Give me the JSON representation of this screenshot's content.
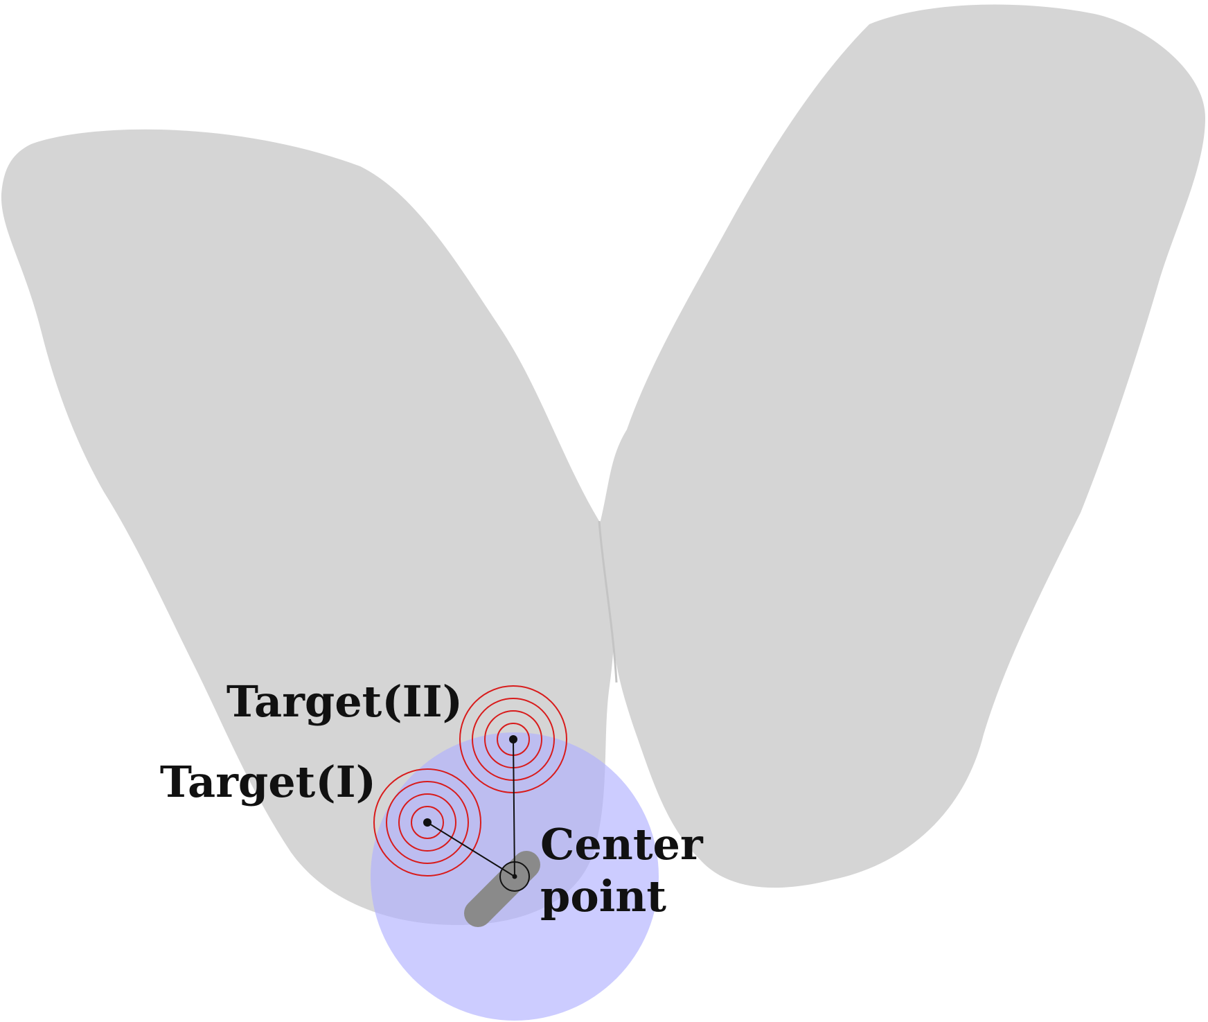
{
  "labels": {
    "target_ii": "Target(II)",
    "target_i": "Target(I)",
    "center_line1": "Center",
    "center_line2": "point"
  },
  "colors": {
    "lobe_fill": "#d5d5d5",
    "sphere_fill": "#b0b0ff",
    "ring_stroke": "#d81b1b",
    "electrode_fill": "#8a8a8a",
    "text": "#111111"
  },
  "rings_per_target": 4
}
